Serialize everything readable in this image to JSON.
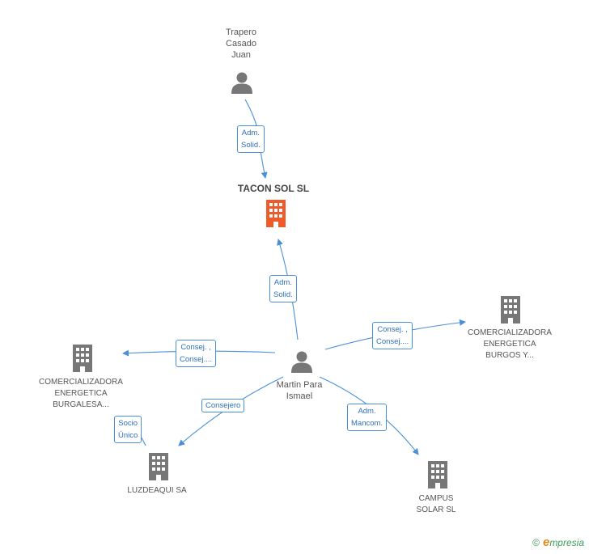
{
  "nodes": {
    "trapero": {
      "label": "Trapero\nCasado\nJuan",
      "icon": "person-icon"
    },
    "tacon": {
      "label": "TACON SOL SL",
      "icon": "building-icon",
      "color": "#f05a28"
    },
    "martin": {
      "label": "Martin Para\nIsmael",
      "icon": "person-icon"
    },
    "com_burgos": {
      "label": "COMERCIALIZADORA\nENERGETICA\nBURGOS Y...",
      "icon": "building-icon"
    },
    "com_burgalesa": {
      "label": "COMERCIALIZADORA\nENERGETICA\nBURGALESA...",
      "icon": "building-icon"
    },
    "luzdeaqui": {
      "label": "LUZDEAQUI SA",
      "icon": "building-icon"
    },
    "campus": {
      "label": "CAMPUS\nSOLAR SL",
      "icon": "building-icon"
    }
  },
  "edges": {
    "trapero_tacon": "Adm.\nSolid.",
    "martin_tacon": "Adm.\nSolid.",
    "martin_burgos": "Consej. ,\nConsej....",
    "martin_burgalesa": "Consej. ,\nConsej....",
    "martin_luz": "Consejero",
    "burgalesa_luz": "Socio\nÚnico",
    "martin_campus": "Adm.\nMancom."
  },
  "colors": {
    "edge": "#4a90d9",
    "icon": "#777777",
    "focus": "#f05a28"
  },
  "footer": {
    "copyright": "©",
    "brand_initial": "e",
    "brand_rest": "mpresia"
  }
}
